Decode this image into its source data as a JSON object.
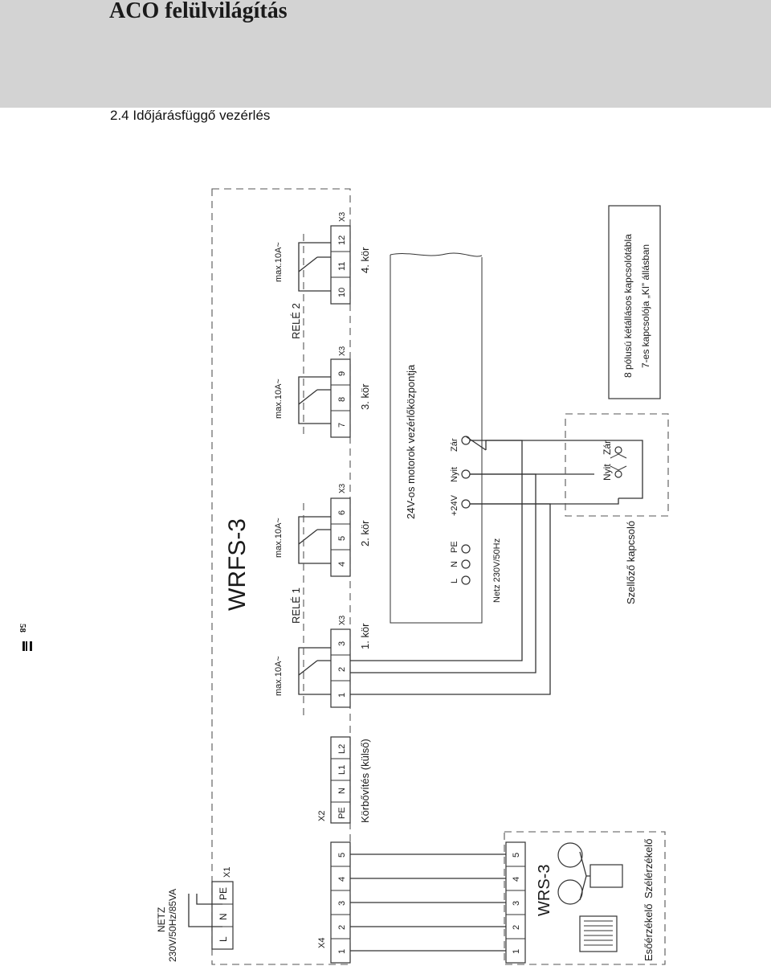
{
  "header": {
    "title": "ACO felülvilágítás",
    "section": "2.4 Időjárásfüggő vezérlés"
  },
  "page": {
    "number": "58"
  },
  "diagram": {
    "controller_name": "WRFS-3",
    "relay1": "RELÉ 1",
    "relay2": "RELÉ 2",
    "max_current": "max.10A~",
    "circuits": [
      "1. kör",
      "2. kör",
      "3. kör",
      "4. kör"
    ],
    "terminal_x3": "X3",
    "x3_terminals": [
      "1",
      "2",
      "3",
      "4",
      "5",
      "6",
      "7",
      "8",
      "9",
      "10",
      "11",
      "12"
    ],
    "netz_label": "NETZ",
    "netz_spec": "230V/50Hz/85VA",
    "x1_label": "X1",
    "x1_terminals": [
      "L",
      "N",
      "PE"
    ],
    "x2_label": "X2",
    "x2_terminals": [
      "PE",
      "N",
      "L1",
      "L2"
    ],
    "expansion_label": "Körbővítés (külső)",
    "x4_label": "X4",
    "x4_terminals": [
      "1",
      "2",
      "3",
      "4",
      "5"
    ],
    "sensor_name": "WRS-3",
    "sensor_terminals": [
      "1",
      "2",
      "3",
      "4",
      "5"
    ],
    "rain_sensor": "Esőérzékelő",
    "wind_sensor": "Szélérzékelő",
    "motor_center": "24V-os motorok vezérlőközpontja",
    "motor_power": [
      "L",
      "N",
      "PE"
    ],
    "motor_power_label": "Netz 230V/50Hz",
    "motor_inputs": [
      "+24V",
      "Nyit",
      "Zár"
    ],
    "vent_switch": "Szellőző kapcsoló",
    "vent_switch_open": "Nyit",
    "vent_switch_close": "Zár",
    "note_line1": "8 pólusú kétállásos kapcsolótábla",
    "note_line2": "7-es kapcsolója „KI” állásban"
  }
}
